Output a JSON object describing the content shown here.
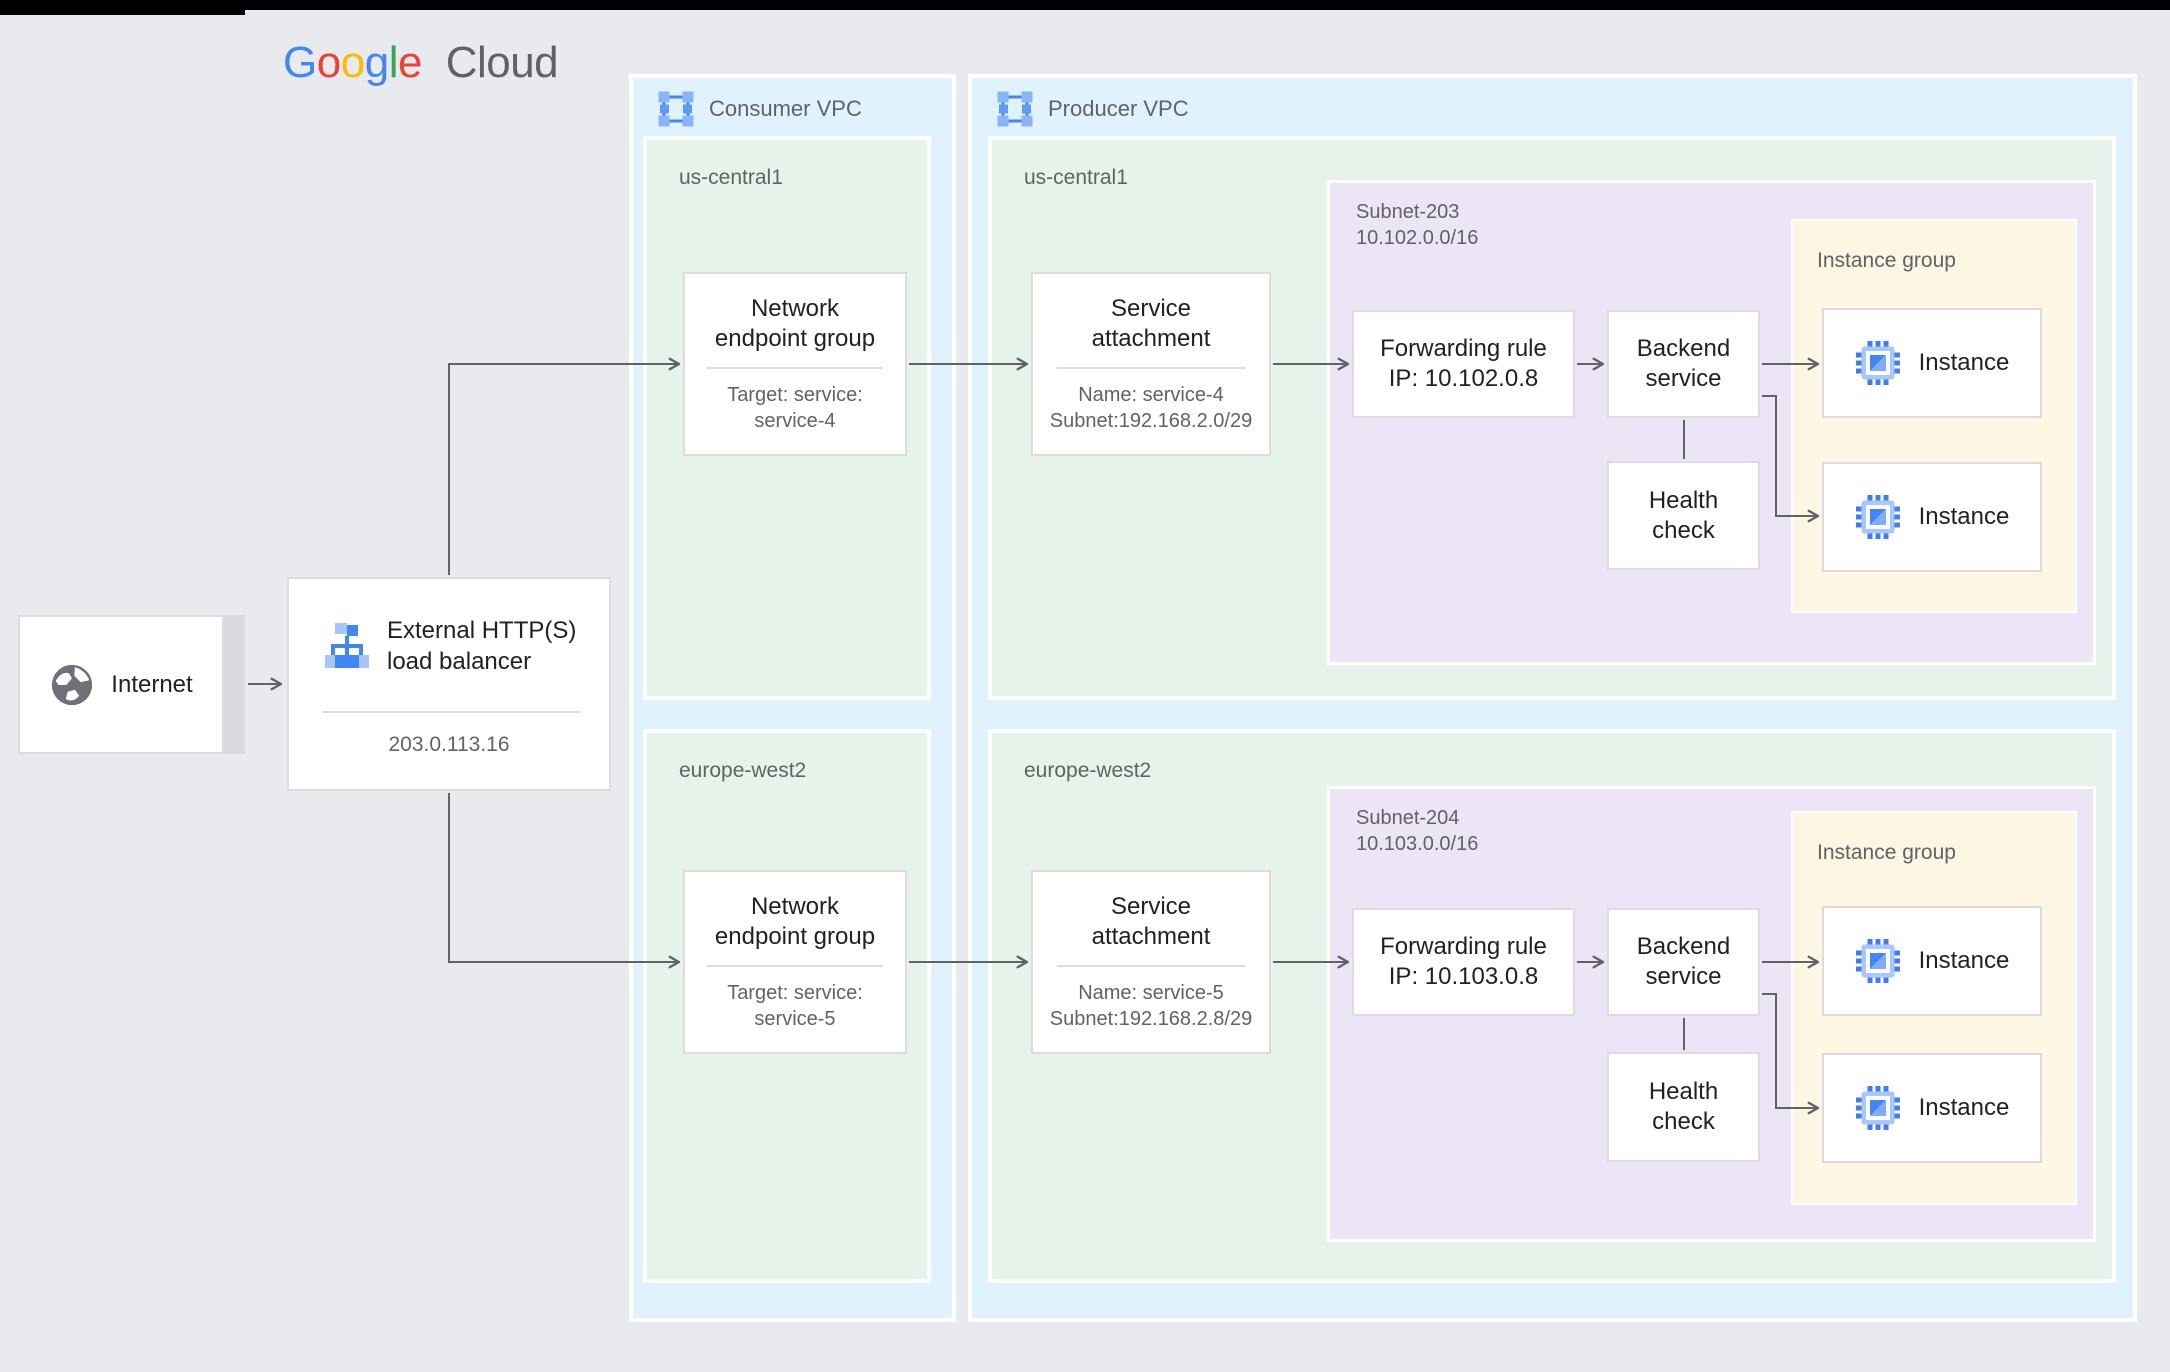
{
  "logo": {
    "letters": [
      {
        "ch": "G",
        "color": "#4285F4"
      },
      {
        "ch": "o",
        "color": "#EA4335"
      },
      {
        "ch": "o",
        "color": "#FBBC04"
      },
      {
        "ch": "g",
        "color": "#4285F4"
      },
      {
        "ch": "l",
        "color": "#34A853"
      },
      {
        "ch": "e",
        "color": "#EA4335"
      }
    ],
    "suffix": "Cloud"
  },
  "internet": {
    "label": "Internet"
  },
  "load_balancer": {
    "title_lines": [
      "External HTTP(S)",
      "load balancer"
    ],
    "ip": "203.0.113.16"
  },
  "consumer_vpc": {
    "title": "Consumer VPC",
    "regions": [
      {
        "name": "us-central1",
        "neg": {
          "title_lines": [
            "Network",
            "endpoint group"
          ],
          "detail_lines": [
            "Target: service:",
            "service-4"
          ]
        }
      },
      {
        "name": "europe-west2",
        "neg": {
          "title_lines": [
            "Network",
            "endpoint group"
          ],
          "detail_lines": [
            "Target: service:",
            "service-5"
          ]
        }
      }
    ]
  },
  "producer_vpc": {
    "title": "Producer VPC",
    "regions": [
      {
        "name": "us-central1",
        "service_attachment": {
          "title_lines": [
            "Service",
            "attachment"
          ],
          "detail_lines": [
            "Name: service-4",
            "Subnet:192.168.2.0/29"
          ]
        },
        "subnet": {
          "name": "Subnet-203",
          "cidr": "10.102.0.0/16",
          "forwarding_rule": {
            "lines": [
              "Forwarding rule",
              "IP: 10.102.0.8"
            ]
          },
          "backend_service": {
            "title_lines": [
              "Backend",
              "service"
            ]
          },
          "health_check": {
            "title_lines": [
              "Health",
              "check"
            ]
          },
          "instance_group": {
            "title": "Instance group",
            "instances": [
              "Instance",
              "Instance"
            ]
          }
        }
      },
      {
        "name": "europe-west2",
        "service_attachment": {
          "title_lines": [
            "Service",
            "attachment"
          ],
          "detail_lines": [
            "Name: service-5",
            "Subnet:192.168.2.8/29"
          ]
        },
        "subnet": {
          "name": "Subnet-204",
          "cidr": "10.103.0.0/16",
          "forwarding_rule": {
            "lines": [
              "Forwarding rule",
              "IP: 10.103.0.8"
            ]
          },
          "backend_service": {
            "title_lines": [
              "Backend",
              "service"
            ]
          },
          "health_check": {
            "title_lines": [
              "Health",
              "check"
            ]
          },
          "instance_group": {
            "title": "Instance group",
            "instances": [
              "Instance",
              "Instance"
            ]
          }
        }
      }
    ]
  },
  "icons": {
    "vpc": "vpc-network-icon",
    "internet": "globe-icon",
    "load_balancer": "load-balancer-icon",
    "instance": "compute-engine-icon"
  },
  "colors": {
    "background": "#E8EAED",
    "top_bar": "#000000",
    "vpc_panel": "#E0F3FD",
    "region_panel": "#E5F3EA",
    "subnet_panel": "#EBE5F6",
    "instance_group_panel": "#FCF6E3",
    "box_border": "#DADCE0",
    "connector": "#5F6368",
    "title_text": "#202124",
    "muted_text": "#5F6368",
    "icon_blue": "#4285F4"
  }
}
